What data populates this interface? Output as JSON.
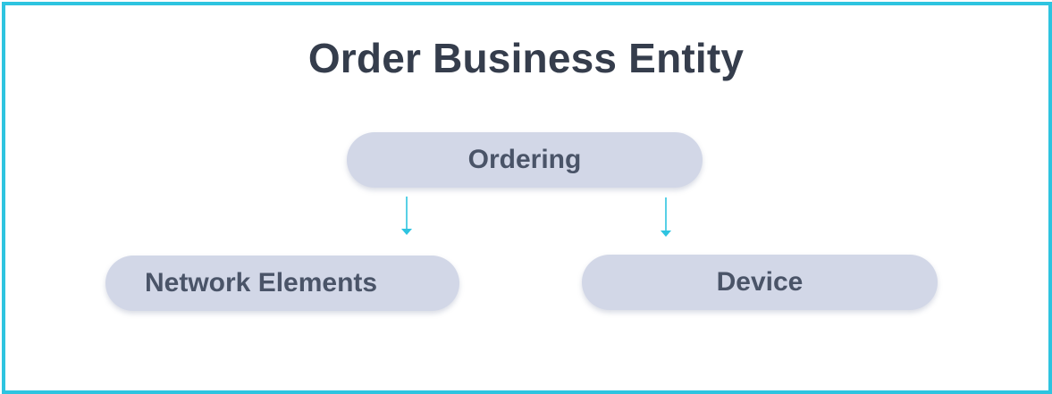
{
  "diagram": {
    "title": "Order Business Entity",
    "nodes": {
      "ordering": "Ordering",
      "network_elements": "Network Elements",
      "device": "Device"
    },
    "edges": [
      {
        "from": "Ordering",
        "to": "Network Elements"
      },
      {
        "from": "Ordering",
        "to": "Device"
      }
    ],
    "colors": {
      "border": "#2ec4e0",
      "node_fill": "#d2d7e7",
      "title_text": "#353d4c",
      "node_text": "#4a5468",
      "arrow": "#2ec4e0"
    }
  }
}
